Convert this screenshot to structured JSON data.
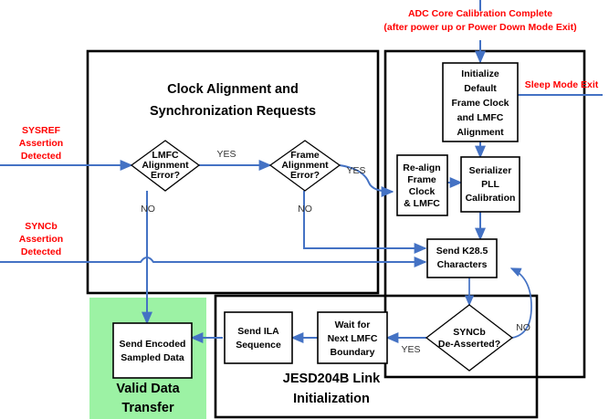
{
  "diagram": {
    "title": "JESD204B Link Initialization and Clock Alignment Flowchart",
    "colors": {
      "arrow": "#4472c4",
      "annotation": "#ff0000",
      "valid_group_fill": "#9cf2a4",
      "node_fill": "#ffffff",
      "outline": "#000000"
    }
  },
  "annotations": {
    "adc_cal_line1": "ADC Core Calibration Complete",
    "adc_cal_line2": "(after power up or Power Down Mode Exit)",
    "sleep_mode_exit": "Sleep Mode Exit",
    "sysref_line1": "SYSREF",
    "sysref_line2": "Assertion",
    "sysref_line3": "Detected",
    "syncb_line1": "SYNCb",
    "syncb_line2": "Assertion",
    "syncb_line3": "Detected"
  },
  "groups": {
    "clock_alignment": {
      "title_line1": "Clock Alignment and",
      "title_line2": "Synchronization Requests"
    },
    "jesd_link": {
      "title_line1": "JESD204B Link",
      "title_line2": "Initialization"
    },
    "valid_data": {
      "title_line1": "Valid Data",
      "title_line2": "Transfer"
    }
  },
  "nodes": {
    "lmfc_alignment_error": {
      "line1": "LMFC",
      "line2": "Alignment",
      "line3": "Error?"
    },
    "frame_alignment_error": {
      "line1": "Frame",
      "line2": "Alignment",
      "line3": "Error?"
    },
    "initialize_default": {
      "line1": "Initialize",
      "line2": "Default",
      "line3": "Frame Clock",
      "line4": "and LMFC",
      "line5": "Alignment"
    },
    "realign_frame_clock": {
      "line1": "Re-align",
      "line2": "Frame",
      "line3": "Clock",
      "line4": "& LMFC"
    },
    "serializer_pll": {
      "line1": "Serializer",
      "line2": "PLL",
      "line3": "Calibration"
    },
    "send_k285": {
      "line1": "Send K28.5",
      "line2": "Characters"
    },
    "syncb_deasserted": {
      "line1": "SYNCb",
      "line2": "De-Asserted?"
    },
    "wait_next_lmfc": {
      "line1": "Wait for",
      "line2": "Next LMFC",
      "line3": "Boundary"
    },
    "send_ila": {
      "line1": "Send ILA",
      "line2": "Sequence"
    },
    "send_encoded": {
      "line1": "Send Encoded",
      "line2": "Sampled Data"
    }
  },
  "edge_labels": {
    "lmfc_yes": "YES",
    "lmfc_no": "NO",
    "frame_yes": "YES",
    "frame_no": "NO",
    "syncb_yes": "YES",
    "syncb_no": "NO"
  }
}
